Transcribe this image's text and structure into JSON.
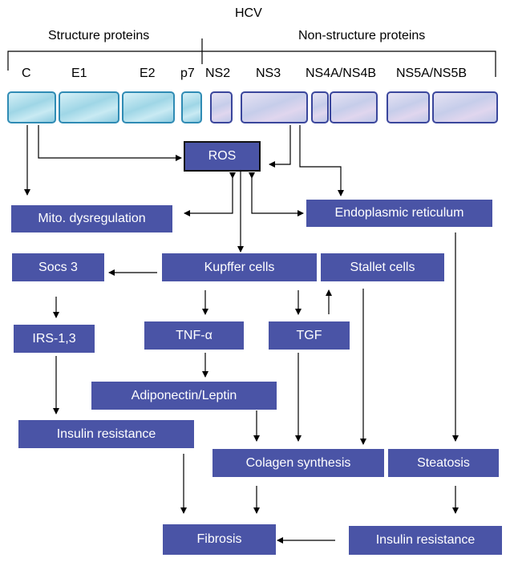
{
  "header": {
    "title": "HCV",
    "structure_label": "Structure proteins",
    "nonstructure_label": "Non-structure proteins"
  },
  "genes": {
    "c": "C",
    "e1": "E1",
    "e2": "E2",
    "p7": "p7",
    "ns2": "NS2",
    "ns3": "NS3",
    "ns4": "NS4A/NS4B",
    "ns5": "NS5A/NS5B"
  },
  "nodes": {
    "ros": "ROS",
    "mito": "Mito. dysregulation",
    "er": "Endoplasmic reticulum",
    "socs3": "Socs 3",
    "kupffer": "Kupffer cells",
    "stallet": "Stallet cells",
    "irs": "IRS-1,3",
    "tnf": "TNF-α",
    "tgf": "TGF",
    "adipo": "Adiponectin/Leptin",
    "ir_left": "Insulin resistance",
    "colagen": "Colagen synthesis",
    "steatosis": "Steatosis",
    "fibrosis": "Fibrosis",
    "ir_right": "Insulin resistance"
  },
  "colors": {
    "node_fill": "#4a54a6",
    "node_text": "#ffffff",
    "structure_segment": "#9fd6e6",
    "nonstructure_segment": "#c6cdea"
  }
}
